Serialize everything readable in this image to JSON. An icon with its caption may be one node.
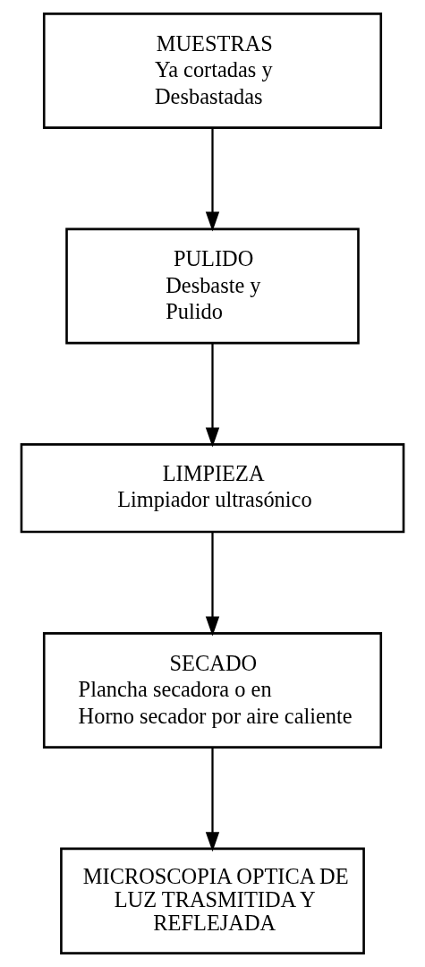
{
  "diagram": {
    "nodes": [
      {
        "text": [
          "MUESTRAS",
          "Ya cortadas y",
          "Desbastadas"
        ]
      },
      {
        "text": [
          "PULIDO",
          "Desbaste y",
          "Pulido"
        ]
      },
      {
        "text": [
          "LIMPIEZA",
          "Limpiador ultrasónico"
        ]
      },
      {
        "text": [
          "SECADO",
          "Plancha secadora o en",
          "Horno secador por aire caliente"
        ]
      },
      {
        "text": [
          "MICROSCOPIA OPTICA DE LUZ TRASMITIDA Y REFLEJADA"
        ]
      }
    ],
    "edges": [
      {
        "from": 0,
        "to": 1,
        "arrow": "to"
      },
      {
        "from": 1,
        "to": 2,
        "arrow": "to"
      },
      {
        "from": 2,
        "to": 3,
        "arrow": "to"
      },
      {
        "from": 3,
        "to": 4,
        "arrow": "to"
      }
    ]
  }
}
